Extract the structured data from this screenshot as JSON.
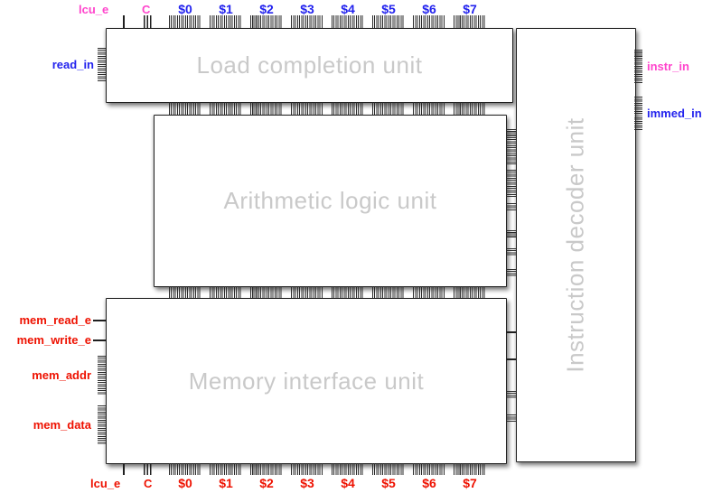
{
  "blocks": {
    "lcu": "Load completion unit",
    "alu": "Arithmetic logic unit",
    "miu": "Memory interface unit",
    "idu": "Instruction decoder unit"
  },
  "registers": [
    "$0",
    "$1",
    "$2",
    "$3",
    "$4",
    "$5",
    "$6",
    "$7"
  ],
  "signals": {
    "lcu_e": "lcu_e",
    "c": "C",
    "read_in": "read_in",
    "instr_in": "instr_in",
    "immed_in": "immed_in",
    "mem_read_e": "mem_read_e",
    "mem_write_e": "mem_write_e",
    "mem_addr": "mem_addr",
    "mem_data": "mem_data"
  },
  "colors": {
    "control_magenta": "#ff44cc",
    "input_blue": "#2222ee",
    "output_red": "#ee1100",
    "block_title_gray": "#c9c9c9",
    "pin_dark": "#2a2a2a"
  }
}
